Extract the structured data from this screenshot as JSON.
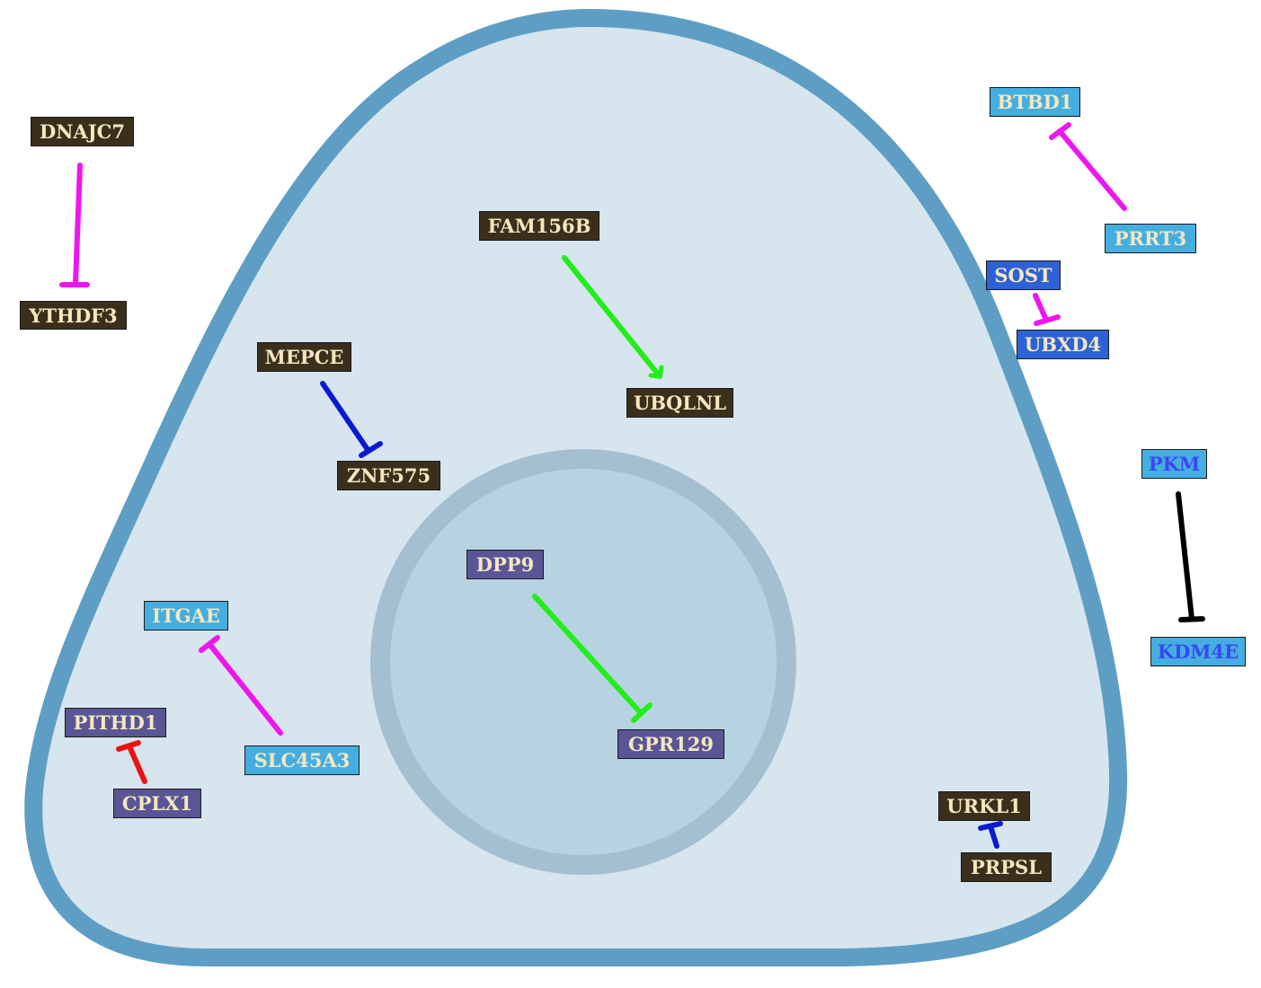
{
  "colors": {
    "cell_fill": "#d6e5ee",
    "cell_border": "#5f9ec4",
    "nucleus_fill": "#b7d3e2",
    "nucleus_border": "#a4bfd0",
    "inhibit_magenta": "#ee16ee",
    "activate_green": "#22ee1a",
    "inhibit_blue": "#0a18d4",
    "inhibit_red": "#ee1111",
    "inhibit_black": "#000000"
  },
  "nodes": {
    "dnajc7": "DNAJC7",
    "ythdf3": "YTHDF3",
    "fam156b": "FAM156B",
    "ubqlnl": "UBQLNL",
    "mepce": "MEPCE",
    "znf575": "ZNF575",
    "dpp9": "DPP9",
    "gpr129": "GPR129",
    "itgae": "ITGAE",
    "slc45a3": "SLC45A3",
    "pithd1": "PITHD1",
    "cplx1": "CPLX1",
    "btbd1": "BTBD1",
    "prrt3": "PRRT3",
    "sost": "SOST",
    "ubxd4": "UBXD4",
    "pkm": "PKM",
    "kdm4e": "KDM4E",
    "urkl1": "URKL1",
    "prpsl": "PRPSL"
  },
  "edges": [
    {
      "from": "DNAJC7",
      "to": "YTHDF3",
      "type": "inhibition",
      "color": "#ee16ee"
    },
    {
      "from": "FAM156B",
      "to": "UBQLNL",
      "type": "activation",
      "color": "#22ee1a"
    },
    {
      "from": "MEPCE",
      "to": "ZNF575",
      "type": "inhibition",
      "color": "#0a18d4"
    },
    {
      "from": "DPP9",
      "to": "GPR129",
      "type": "inhibition",
      "color": "#22ee1a"
    },
    {
      "from": "SLC45A3",
      "to": "ITGAE",
      "type": "inhibition",
      "color": "#ee16ee"
    },
    {
      "from": "CPLX1",
      "to": "PITHD1",
      "type": "inhibition",
      "color": "#ee1111"
    },
    {
      "from": "PRRT3",
      "to": "BTBD1",
      "type": "inhibition",
      "color": "#ee16ee"
    },
    {
      "from": "SOST",
      "to": "UBXD4",
      "type": "inhibition",
      "color": "#ee16ee"
    },
    {
      "from": "PKM",
      "to": "KDM4E",
      "type": "inhibition",
      "color": "#000000"
    },
    {
      "from": "PRPSL",
      "to": "URKL1",
      "type": "inhibition",
      "color": "#0a18d4"
    }
  ]
}
